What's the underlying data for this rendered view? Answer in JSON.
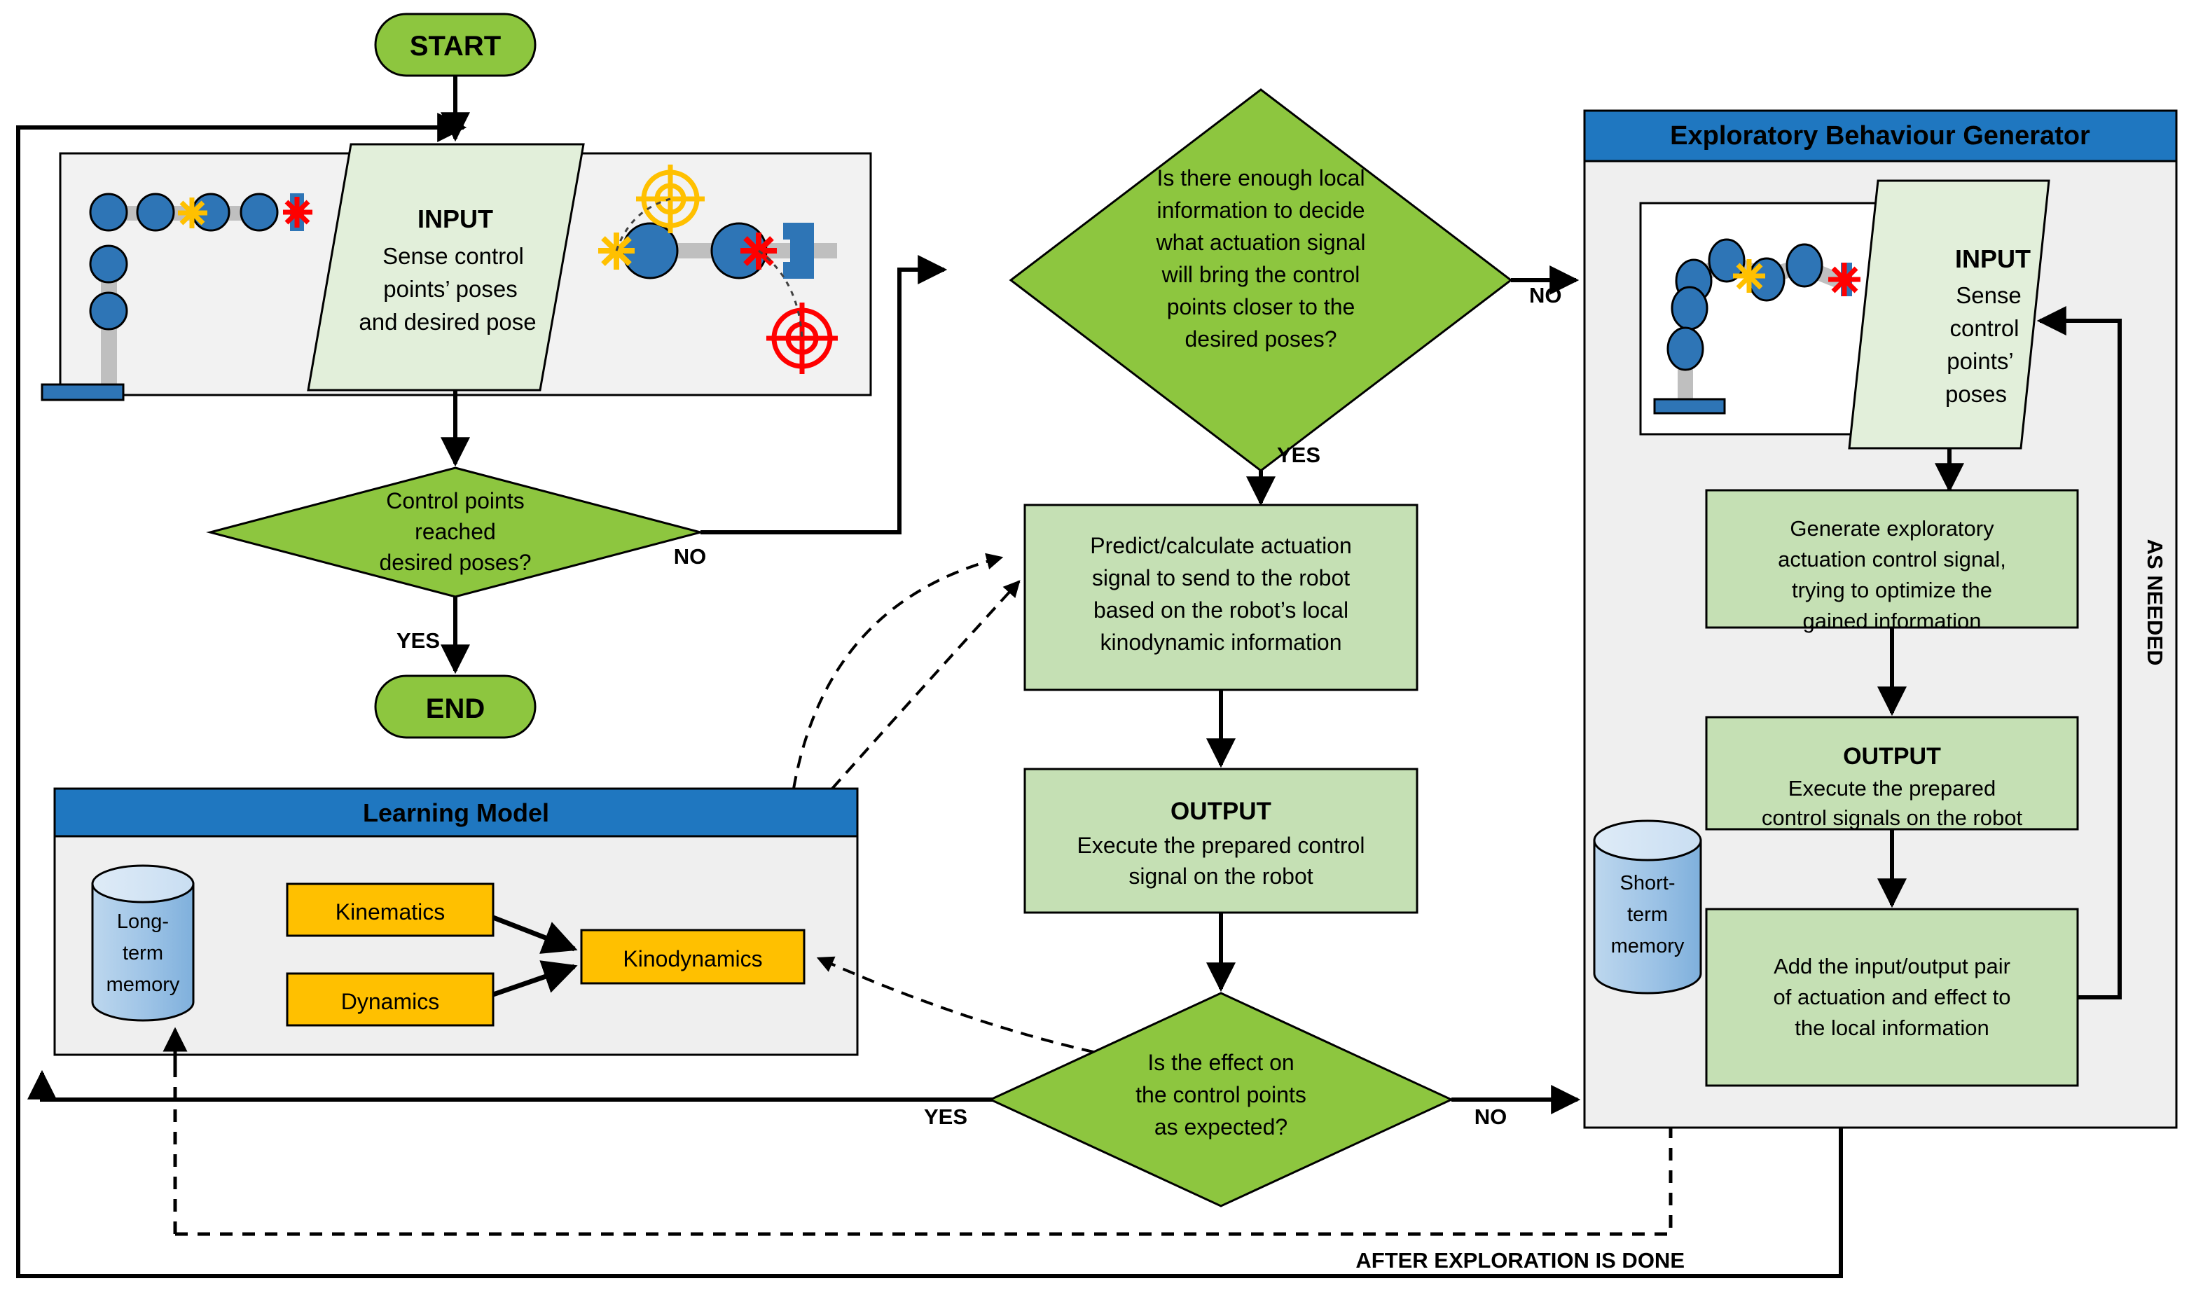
{
  "diagram": {
    "title_start": "START",
    "title_end": "END"
  },
  "nodes": {
    "start": "START",
    "end": "END",
    "input_main": {
      "heading": "INPUT",
      "line1": "Sense control",
      "line2": "points’ poses",
      "line3": "and desired pose"
    },
    "decision_reached": {
      "l1": "Control points",
      "l2": "reached",
      "l3": "desired poses?"
    },
    "decision_enough_info": {
      "l1": "Is there enough local",
      "l2": "information to decide",
      "l3": "what actuation signal",
      "l4": "will bring the control",
      "l5": "points closer to the",
      "l6": "desired poses?"
    },
    "predict": {
      "l1": "Predict/calculate actuation",
      "l2": "signal to send to the robot",
      "l3": "based on the robot’s local",
      "l4": "kinodynamic information"
    },
    "output_main": {
      "heading": "OUTPUT",
      "l1": "Execute the prepared control",
      "l2": "signal on the robot"
    },
    "decision_effect": {
      "l1": "Is the effect on",
      "l2": "the control points",
      "l3": "as expected?"
    },
    "learning_model": {
      "title": "Learning Model",
      "long_term_memory": {
        "l1": "Long-",
        "l2": "term",
        "l3": "memory"
      },
      "kinematics": "Kinematics",
      "dynamics": "Dynamics",
      "kinodynamics": "Kinodynamics"
    },
    "exploratory": {
      "title": "Exploratory Behaviour Generator",
      "input": {
        "heading": "INPUT",
        "l1": "Sense",
        "l2": "control",
        "l3": "points’",
        "l4": "poses"
      },
      "generate": {
        "l1": "Generate exploratory",
        "l2": "actuation control signal,",
        "l3": "trying to optimize the",
        "l4": "gained information"
      },
      "output": {
        "heading": "OUTPUT",
        "l1": "Execute the prepared",
        "l2": "control signals on the robot"
      },
      "add_pair": {
        "l1": "Add the input/output pair",
        "l2": "of actuation and effect to",
        "l3": "the local information"
      },
      "short_term_memory": {
        "l1": "Short-",
        "l2": "term",
        "l3": "memory"
      }
    }
  },
  "edge_labels": {
    "no_reached": "NO",
    "yes_reached": "YES",
    "no_enough_info": "NO",
    "yes_enough_info": "YES",
    "yes_effect": "YES",
    "no_effect": "NO",
    "as_needed": "AS NEEDED",
    "after_exploration": "AFTER EXPLORATION IS DONE"
  },
  "colors": {
    "green_terminator": "#8DC63F",
    "green_decision": "#8DC63F",
    "green_process": "#C5E0B4",
    "panel_header_blue": "#1F77C0",
    "panel_body_gray": "#EFEFEF",
    "robot_joint_blue": "#2E75B6",
    "robot_link_gray": "#BFBFBF",
    "cylinder_blue": "#9DC3E6",
    "orange_box": "#FFC000",
    "target_yellow": "#FFC000",
    "target_red": "#FF0000",
    "stroke": "#000000"
  }
}
